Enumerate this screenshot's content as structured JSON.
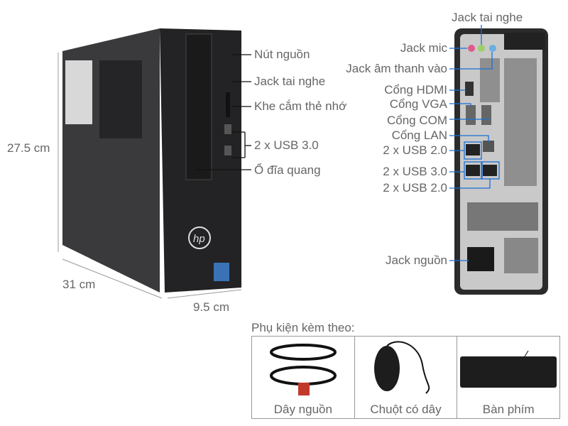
{
  "dimensions": {
    "height": "27.5 cm",
    "depth": "31 cm",
    "width": "9.5 cm"
  },
  "front_labels": [
    "Nút nguồn",
    "Jack tai nghe",
    "Khe cắm thẻ nhớ",
    "2 x USB 3.0",
    "Ổ đĩa quang"
  ],
  "rear_labels": [
    "Jack tai nghe",
    "Jack mic",
    "Jack âm thanh vào",
    "Cổng HDMI",
    "Cổng VGA",
    "Cổng COM",
    "Cổng LAN",
    "2 x USB 2.0",
    "2 x USB 3.0",
    "2 x USB 2.0",
    "Jack nguồn"
  ],
  "brand_logo": "hp",
  "accessories": {
    "title": "Phụ kiện kèm theo:",
    "items": [
      "Dây nguồn",
      "Chuột có dây",
      "Bàn phím"
    ]
  },
  "colors": {
    "leader": "#1a6fd6",
    "text": "#666666",
    "case": "#2a2a2c"
  }
}
